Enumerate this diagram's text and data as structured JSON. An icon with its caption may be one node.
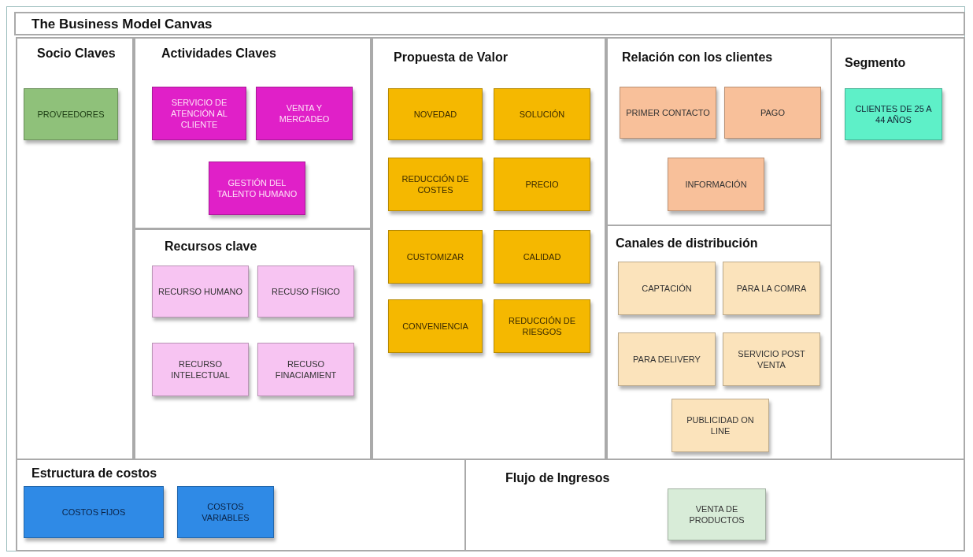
{
  "diagram": {
    "title": "The Business Model Canvas",
    "nodes": [
      {
        "text": [
          "Socio Claves"
        ]
      },
      {
        "text": [
          "PROVEEDORES"
        ],
        "in": 0
      },
      {
        "text": [
          "Actividades Claves"
        ]
      },
      {
        "text": [
          "SERVICIO DE ATENCIÓN AL CLIENTE"
        ],
        "in": 2
      },
      {
        "text": [
          "VENTA Y MERCADEO"
        ],
        "in": 2
      },
      {
        "text": [
          "GESTIÓN DEL TALENTO HUMANO"
        ],
        "in": 2
      },
      {
        "text": [
          "Recursos clave"
        ]
      },
      {
        "text": [
          "RECURSO HUMANO"
        ],
        "in": 6
      },
      {
        "text": [
          "RECUSO FÍSICO"
        ],
        "in": 6
      },
      {
        "text": [
          "RECURSO INTELECTUAL"
        ],
        "in": 6
      },
      {
        "text": [
          "RECUSO FINACIAMIENT"
        ],
        "in": 6
      },
      {
        "text": [
          "Propuesta de Valor"
        ]
      },
      {
        "text": [
          "NOVEDAD"
        ],
        "in": 11
      },
      {
        "text": [
          "SOLUCIÓN"
        ],
        "in": 11
      },
      {
        "text": [
          "REDUCCIÓN DE COSTES"
        ],
        "in": 11
      },
      {
        "text": [
          "PRECIO"
        ],
        "in": 11
      },
      {
        "text": [
          "CUSTOMIZAR"
        ],
        "in": 11
      },
      {
        "text": [
          "CALIDAD"
        ],
        "in": 11
      },
      {
        "text": [
          "CONVENIENCIA"
        ],
        "in": 11
      },
      {
        "text": [
          "REDUCCIÓN DE RIESGOS"
        ],
        "in": 11
      },
      {
        "text": [
          "Relación con los clientes"
        ]
      },
      {
        "text": [
          "PRIMER CONTACTO"
        ],
        "in": 20
      },
      {
        "text": [
          "PAGO"
        ],
        "in": 20
      },
      {
        "text": [
          "INFORMACIÓN"
        ],
        "in": 20
      },
      {
        "text": [
          "Canales de distribución"
        ]
      },
      {
        "text": [
          "CAPTACIÓN"
        ],
        "in": 24
      },
      {
        "text": [
          "PARA LA COMRA"
        ],
        "in": 24
      },
      {
        "text": [
          "PARA DELIVERY"
        ],
        "in": 24
      },
      {
        "text": [
          "SERVICIO POST VENTA"
        ],
        "in": 24
      },
      {
        "text": [
          "PUBLICIDAD ON LINE"
        ],
        "in": 24
      },
      {
        "text": [
          "Segmento"
        ]
      },
      {
        "text": [
          "CLIENTES DE 25 A 44 AÑOS"
        ],
        "in": 30
      },
      {
        "text": [
          "Estructura de costos"
        ]
      },
      {
        "text": [
          "COSTOS FIJOS"
        ],
        "in": 32
      },
      {
        "text": [
          "COSTOS VARIABLES"
        ],
        "in": 32
      },
      {
        "text": [
          "Flujo de Ingresos"
        ]
      },
      {
        "text": [
          "VENTA DE PRODUCTOS"
        ],
        "in": 35
      }
    ]
  }
}
